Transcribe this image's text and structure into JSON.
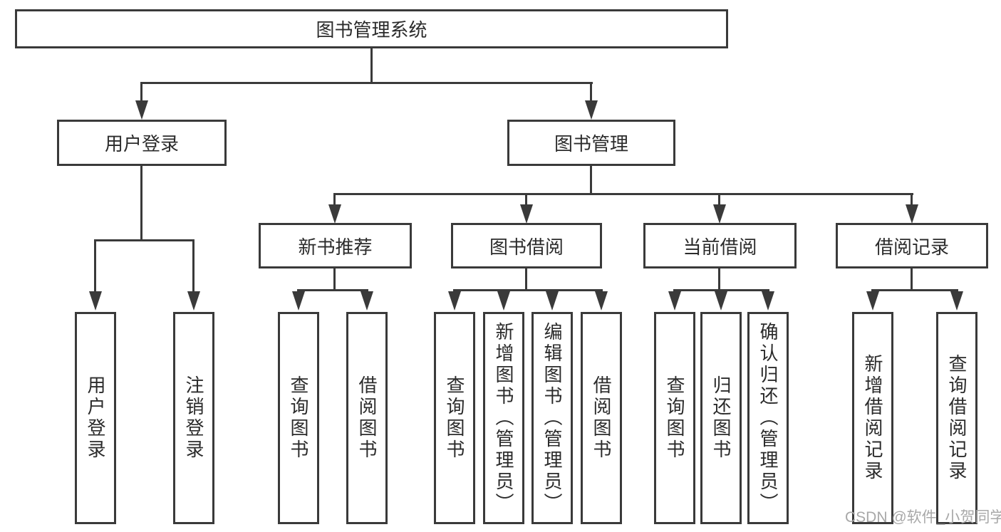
{
  "nodes": {
    "root": "图书管理系统",
    "user_login": "用户登录",
    "book_management": "图书管理",
    "new_book_recommendation": "新书推荐",
    "book_borrowing": "图书借阅",
    "current_borrowing": "当前借阅",
    "borrowing_records": "借阅记录",
    "ul_user_login": "用户登录",
    "ul_logout": "注销登录",
    "nbr_query_books": "查询图书",
    "nbr_borrow_books": "借阅图书",
    "bb_query_books": "查询图书",
    "bb_add_books_admin": "新增图书（管理员）",
    "bb_edit_books_admin": "编辑图书（管理员）",
    "bb_borrow_books": "借阅图书",
    "cb_query_books": "查询图书",
    "cb_return_books": "归还图书",
    "cb_confirm_return_admin": "确认归还（管理员）",
    "br_add_record": "新增借阅记录",
    "br_query_record": "查询借阅记录"
  },
  "edges": [
    {
      "from": "图书管理系统",
      "to": "用户登录"
    },
    {
      "from": "图书管理系统",
      "to": "图书管理"
    },
    {
      "from": "用户登录",
      "to": "用户登录"
    },
    {
      "from": "用户登录",
      "to": "注销登录"
    },
    {
      "from": "图书管理",
      "to": "新书推荐"
    },
    {
      "from": "图书管理",
      "to": "图书借阅"
    },
    {
      "from": "图书管理",
      "to": "当前借阅"
    },
    {
      "from": "图书管理",
      "to": "借阅记录"
    },
    {
      "from": "新书推荐",
      "to": "查询图书"
    },
    {
      "from": "新书推荐",
      "to": "借阅图书"
    },
    {
      "from": "图书借阅",
      "to": "查询图书"
    },
    {
      "from": "图书借阅",
      "to": "新增图书（管理员）"
    },
    {
      "from": "图书借阅",
      "to": "编辑图书（管理员）"
    },
    {
      "from": "图书借阅",
      "to": "借阅图书"
    },
    {
      "from": "当前借阅",
      "to": "查询图书"
    },
    {
      "from": "当前借阅",
      "to": "归还图书"
    },
    {
      "from": "当前借阅",
      "to": "确认归还（管理员）"
    },
    {
      "from": "借阅记录",
      "to": "新增借阅记录"
    },
    {
      "from": "借阅记录",
      "to": "查询借阅记录"
    }
  ],
  "watermark": "CSDN @软件_小贺同学",
  "colors": {
    "line": "#3a3a3a",
    "text": "#2b2b2b",
    "background": "#ffffff",
    "watermark": "#a8a8a8",
    "box_fill": "#ffffff"
  }
}
